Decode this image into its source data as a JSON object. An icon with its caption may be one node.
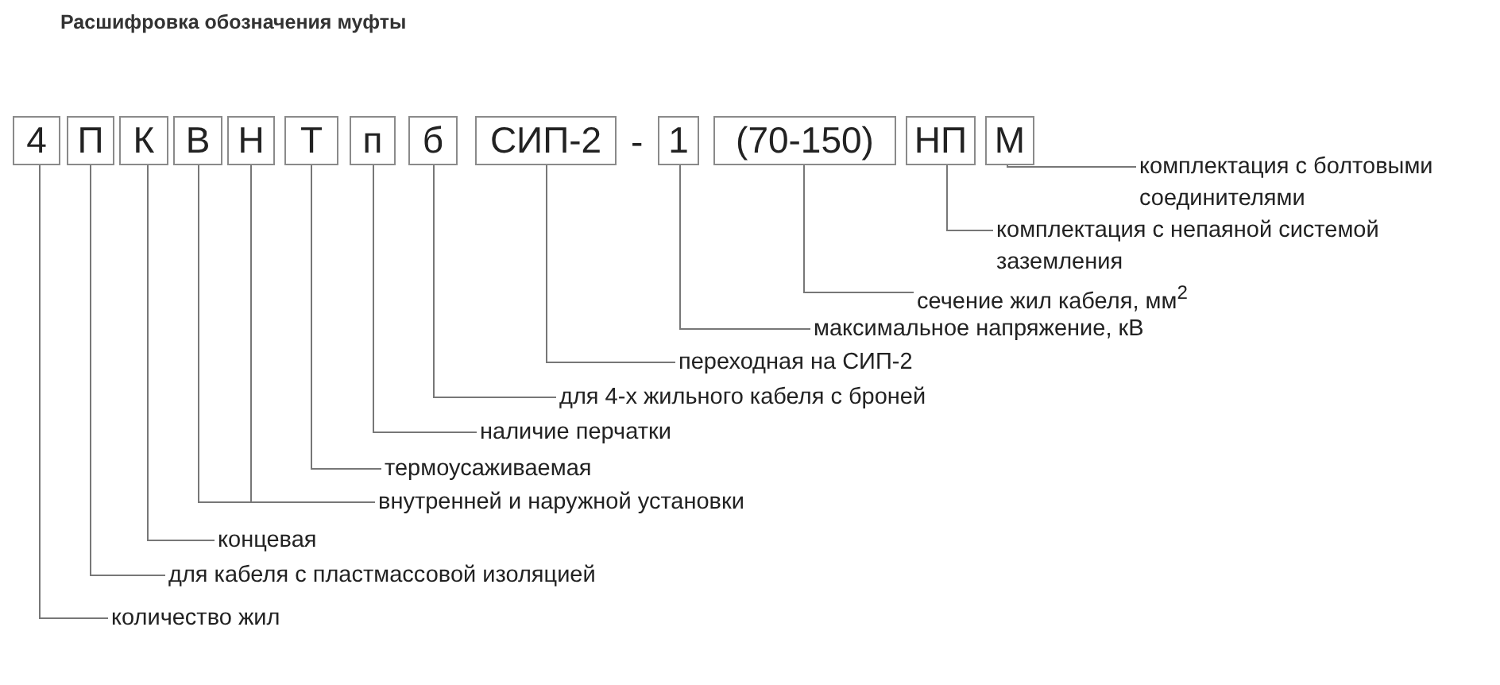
{
  "diagram": {
    "title": "Расшифровка обозначения муфты",
    "nodes": [
      {
        "text": [
          "4"
        ]
      },
      {
        "text": [
          "П"
        ]
      },
      {
        "text": [
          "К"
        ]
      },
      {
        "text": [
          "В"
        ]
      },
      {
        "text": [
          "Н"
        ]
      },
      {
        "text": [
          "Т"
        ]
      },
      {
        "text": [
          "п"
        ]
      },
      {
        "text": [
          "б"
        ]
      },
      {
        "text": [
          "СИП-2"
        ]
      },
      {
        "text": [
          "1"
        ]
      },
      {
        "text": [
          "(70-150)"
        ]
      },
      {
        "text": [
          "НП"
        ]
      },
      {
        "text": [
          "М"
        ]
      },
      {
        "text": [
          "количество жил"
        ]
      },
      {
        "text": [
          "для кабеля с пластмассовой изоляцией"
        ]
      },
      {
        "text": [
          "концевая"
        ]
      },
      {
        "text": [
          "внутренней и наружной установки"
        ]
      },
      {
        "text": [
          "термоусаживаемая"
        ]
      },
      {
        "text": [
          "наличие перчатки"
        ]
      },
      {
        "text": [
          "для 4-х жильного кабеля с броней"
        ]
      },
      {
        "text": [
          "переходная на СИП-2"
        ]
      },
      {
        "text": [
          "максимальное напряжение, кВ"
        ]
      },
      {
        "text": [
          "сечение жил кабеля, мм$^{2}$"
        ]
      },
      {
        "text": [
          "комплектация с непаяной системой заземления"
        ]
      },
      {
        "text": [
          "комплектация с болтовыми соединителями"
        ]
      }
    ],
    "edges": [
      {
        "from": 0,
        "to": 13,
        "arrow": "none"
      },
      {
        "from": 1,
        "to": 14,
        "arrow": "none"
      },
      {
        "from": 2,
        "to": 15,
        "arrow": "none"
      },
      {
        "from": 3,
        "to": 16,
        "arrow": "none"
      },
      {
        "from": 4,
        "to": 16,
        "arrow": "none"
      },
      {
        "from": 5,
        "to": 17,
        "arrow": "none"
      },
      {
        "from": 6,
        "to": 18,
        "arrow": "none"
      },
      {
        "from": 7,
        "to": 19,
        "arrow": "none"
      },
      {
        "from": 8,
        "to": 20,
        "arrow": "none"
      },
      {
        "from": 9,
        "to": 21,
        "arrow": "none"
      },
      {
        "from": 10,
        "to": 22,
        "arrow": "none"
      },
      {
        "from": 11,
        "to": 23,
        "arrow": "none"
      },
      {
        "from": 12,
        "to": 24,
        "arrow": "none"
      }
    ],
    "labels": [
      "-"
    ]
  }
}
